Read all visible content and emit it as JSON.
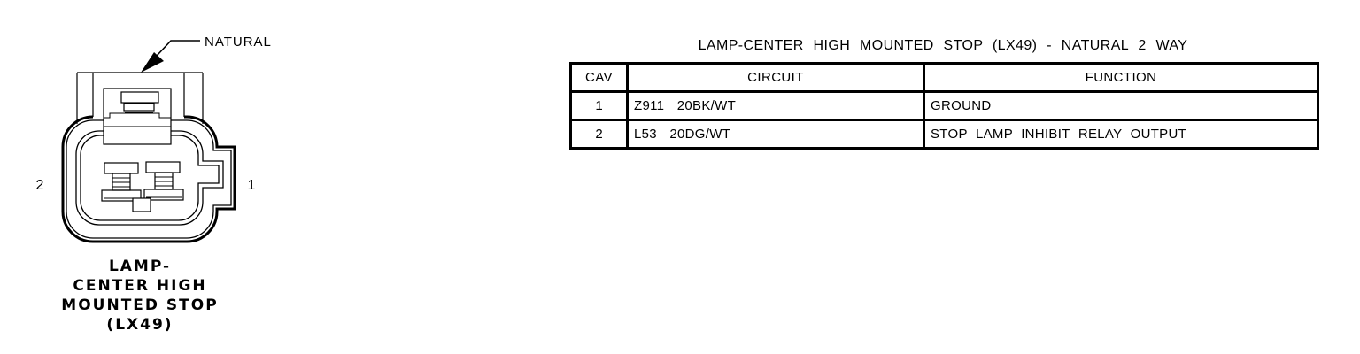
{
  "diagram": {
    "pointer_label": "NATURAL",
    "pin_left_label": "2",
    "pin_right_label": "1",
    "caption_lines": [
      "LAMP-",
      "CENTER HIGH",
      "MOUNTED STOP",
      "(LX49)"
    ]
  },
  "table": {
    "title": "LAMP-CENTER HIGH MOUNTED STOP (LX49) - NATURAL 2 WAY",
    "headers": [
      "CAV",
      "CIRCUIT",
      "FUNCTION"
    ],
    "rows": [
      {
        "cav": "1",
        "circuit": "Z911 20BK/WT",
        "function": "GROUND"
      },
      {
        "cav": "2",
        "circuit": "L53 20DG/WT",
        "function": "STOP LAMP INHIBIT RELAY OUTPUT"
      }
    ]
  },
  "colors": {
    "ink": "#000000",
    "paper": "#ffffff"
  }
}
